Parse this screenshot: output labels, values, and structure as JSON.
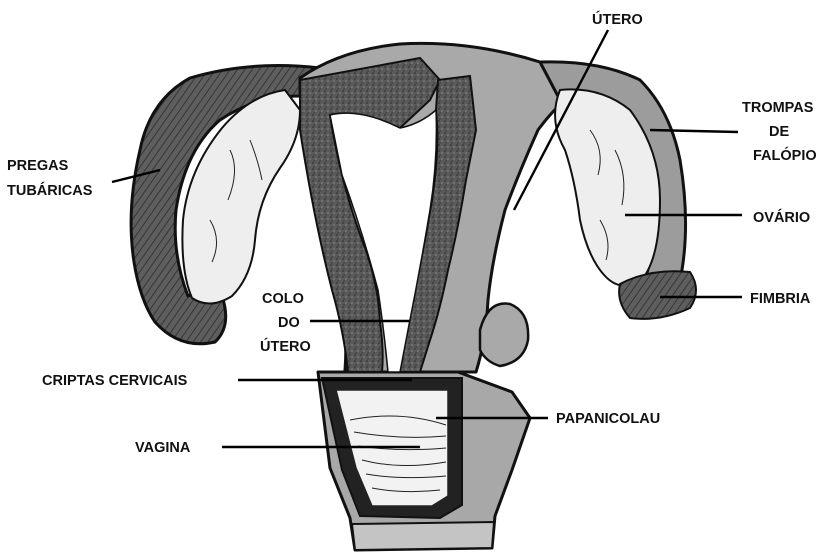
{
  "labels": {
    "utero": "ÚTERO",
    "trompas_line1": "TROMPAS",
    "trompas_line2": "DE",
    "trompas_line3": "FALÓPIO",
    "pregas_line1": "PREGAS",
    "pregas_line2": "TUBÁRICAS",
    "ovario": "OVÁRIO",
    "fimbria": "FIMBRIA",
    "colo_line1": "COLO",
    "colo_line2": "DO",
    "colo_line3": "ÚTERO",
    "criptas": "CRIPTAS CERVICAIS",
    "papanicolau": "PAPANICOLAU",
    "vagina": "VAGINA"
  }
}
